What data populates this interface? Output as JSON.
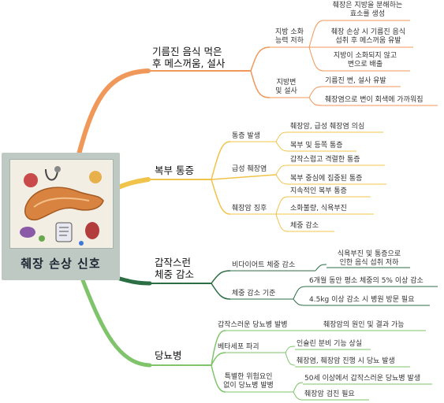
{
  "center": {
    "title": "췌장 손상 신호",
    "illustration": "pancreas-medical-collage-illustration"
  },
  "colors": {
    "orange": "#f0975a",
    "yellow": "#f0c44a",
    "green": "#2b6e44",
    "lightgreen": "#7fc46b"
  },
  "branches": [
    {
      "id": "fat",
      "label": "기름진 음식 먹은\n후 메스꺼움, 설사",
      "groups": [
        {
          "label": "지방 소화\n능력 저하",
          "items": [
            "췌장은 지방을 분해하는\n효소를 생성",
            "췌장 손상 시 기름진 음식\n섭취 후 메스꺼움 유발",
            "지방이 소화되지 않고\n변으로 배출"
          ]
        },
        {
          "label": "지방변\n및 설사",
          "items": [
            "기름진 변, 설사 유발",
            "췌장염으로 변이 회색에 가까워짐"
          ]
        }
      ]
    },
    {
      "id": "pain",
      "label": "복부 통증",
      "groups": [
        {
          "label": "통증 발생",
          "items": [
            "췌장암, 급성 췌장염 의심",
            "복부 및 등쪽 통증"
          ]
        },
        {
          "label": "급성 췌장염",
          "items": [
            "갑작스럽고 격렬한 통증",
            "복부 중심에 집중된 통증"
          ]
        },
        {
          "label": "췌장암 징후",
          "items": [
            "지속적인 복부 통증",
            "소화불량, 식욕부진",
            "체중 감소"
          ]
        }
      ]
    },
    {
      "id": "weight",
      "label": "갑작스런\n체중 감소",
      "groups": [
        {
          "label": "비다이어트 체중 감소",
          "items": [
            "식욕부진 및 통증으로\n인한 음식 섭취 저하"
          ]
        },
        {
          "label": "체중 감소 기준",
          "items": [
            "6개월 동안 평소 체중의 5% 이상 감소",
            "4.5kg 이상 감소 시 병원 방문 필요"
          ]
        }
      ]
    },
    {
      "id": "diabetes",
      "label": "당뇨병",
      "groups": [
        {
          "label": "갑작스러운 당뇨병 발병",
          "items": [
            "췌장암의 원인 및 결과 가능"
          ]
        },
        {
          "label": "베타세포 파괴",
          "items": [
            "인슐린 분비 기능 상실",
            "췌장염, 췌장암 진행 시 당뇨 발생"
          ]
        },
        {
          "label": "특별한 위험요인\n없이 당뇨병 발병",
          "items": [
            "50세 이상에서 갑작스러운 당뇨병 발생",
            "췌장암 검진 필요"
          ]
        }
      ]
    }
  ]
}
